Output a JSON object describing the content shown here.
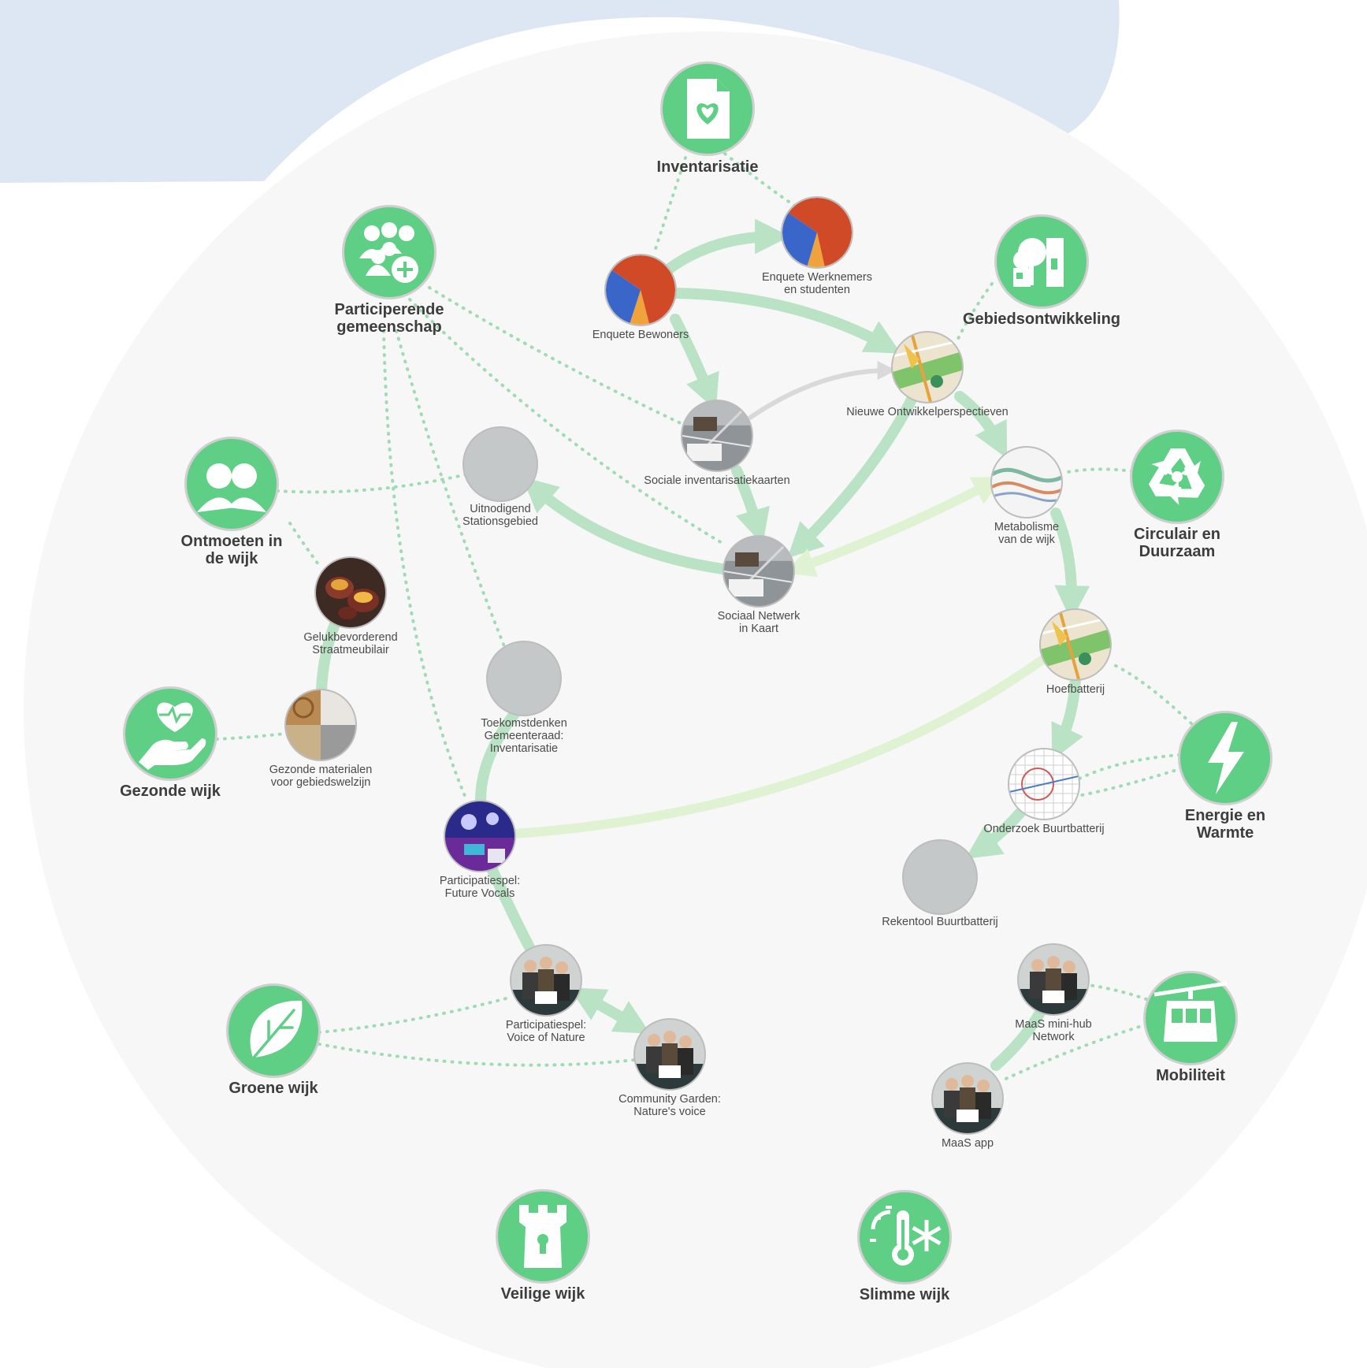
{
  "colors": {
    "category_green": "#5fcf85",
    "category_border": "#cfcfcf",
    "strong_link": "#b9e3c4",
    "light_link": "#dff3d3",
    "grey_link": "#d9d9d9",
    "dotted_link": "#9fdcb5",
    "placeholder": "#c5c8c9",
    "background_circle": "#f7f7f7",
    "corner_blob": "#dce7f3",
    "pie_red": "#d14a28",
    "pie_orange": "#f0a23c",
    "pie_blue": "#3a66c9"
  },
  "categories": [
    {
      "id": "inventarisatie",
      "name": "inventarisatie-category",
      "icon": "document-heart-icon",
      "lines": [
        "Inventarisatie"
      ]
    },
    {
      "id": "participerende",
      "name": "participerende-gemeenschap-category",
      "icon": "people-plus-icon",
      "lines": [
        "Participerende",
        "gemeenschap"
      ]
    },
    {
      "id": "gebieds",
      "name": "gebiedsontwikkeling-category",
      "icon": "buildings-tree-icon",
      "lines": [
        "Gebiedsontwikkeling"
      ]
    },
    {
      "id": "ontmoeten",
      "name": "ontmoeten-in-de-wijk-category",
      "icon": "people-meeting-icon",
      "lines": [
        "Ontmoeten in",
        "de wijk"
      ]
    },
    {
      "id": "circulair",
      "name": "circulair-en-duurzaam-category",
      "icon": "recycle-icon",
      "lines": [
        "Circulair en",
        "Duurzaam"
      ]
    },
    {
      "id": "gezonde",
      "name": "gezonde-wijk-category",
      "icon": "hand-heart-icon",
      "lines": [
        "Gezonde wijk"
      ]
    },
    {
      "id": "energie",
      "name": "energie-en-warmte-category",
      "icon": "lightning-icon",
      "lines": [
        "Energie en",
        "Warmte"
      ]
    },
    {
      "id": "groene",
      "name": "groene-wijk-category",
      "icon": "leaf-icon",
      "lines": [
        "Groene wijk"
      ]
    },
    {
      "id": "mobiliteit",
      "name": "mobiliteit-category",
      "icon": "cable-car-icon",
      "lines": [
        "Mobiliteit"
      ]
    },
    {
      "id": "veilige",
      "name": "veilige-wijk-category",
      "icon": "tower-lock-icon",
      "lines": [
        "Veilige wijk"
      ]
    },
    {
      "id": "slimme",
      "name": "slimme-wijk-category",
      "icon": "thermometer-snow-icon",
      "lines": [
        "Slimme wijk"
      ]
    }
  ],
  "projects": [
    {
      "id": "enq_bew",
      "name": "enquete-bewoners-node",
      "kind": "pie",
      "pie_percent": [
        62,
        9,
        30
      ],
      "lines": [
        "Enquete Bewoners"
      ]
    },
    {
      "id": "enq_werk",
      "name": "enquete-werknemers-node",
      "kind": "pie",
      "pie_percent": [
        62,
        8,
        30
      ],
      "lines": [
        "Enquete Werknemers",
        "en studenten"
      ]
    },
    {
      "id": "nieuwe",
      "name": "nieuwe-ontwikkelperspectieven-node",
      "kind": "map-plan",
      "lines": [
        "Nieuwe Ontwikkelperspectieven"
      ]
    },
    {
      "id": "sociale",
      "name": "sociale-inventarisatiekaarten-node",
      "kind": "photo-map",
      "lines": [
        "Sociale inventarisatiekaarten"
      ]
    },
    {
      "id": "uitnod",
      "name": "uitnodigend-stationsgebied-node",
      "kind": "placeholder",
      "lines": [
        "Uitnodigend",
        "Stationsgebied"
      ]
    },
    {
      "id": "sociaal",
      "name": "sociaal-netwerk-in-kaart-node",
      "kind": "photo-map",
      "lines": [
        "Sociaal Netwerk",
        "in Kaart"
      ]
    },
    {
      "id": "metab",
      "name": "metabolisme-van-de-wijk-node",
      "kind": "diagram",
      "lines": [
        "Metabolisme",
        "van de wijk"
      ]
    },
    {
      "id": "geluk",
      "name": "gelukbevorderend-straatmeubilair-node",
      "kind": "furniture",
      "lines": [
        "Gelukbevorderend",
        "Straatmeubilair"
      ]
    },
    {
      "id": "gezmat",
      "name": "gezonde-materialen-node",
      "kind": "materials",
      "lines": [
        "Gezonde materialen",
        "voor gebiedswelzijn"
      ]
    },
    {
      "id": "toekomst",
      "name": "toekomstdenken-gemeenteraad-node",
      "kind": "placeholder",
      "lines": [
        "Toekomstdenken",
        "Gemeenteraad:",
        "Inventarisatie"
      ]
    },
    {
      "id": "hoef",
      "name": "hoefbatterij-node",
      "kind": "map-plan",
      "lines": [
        "Hoefbatterij"
      ]
    },
    {
      "id": "onderzoek",
      "name": "onderzoek-buurtbatterij-node",
      "kind": "chart-sheet",
      "lines": [
        "Onderzoek Buurtbatterij"
      ]
    },
    {
      "id": "future",
      "name": "participatiespel-future-vocals-node",
      "kind": "game",
      "lines": [
        "Participatiespel:",
        "Future Vocals"
      ]
    },
    {
      "id": "rekentool",
      "name": "rekentool-buurtbatterij-node",
      "kind": "placeholder",
      "lines": [
        "Rekentool Buurtbatterij"
      ]
    },
    {
      "id": "voice",
      "name": "participatiespel-voice-of-nature-node",
      "kind": "photo-people",
      "lines": [
        "Participatiespel:",
        "Voice of Nature"
      ]
    },
    {
      "id": "community",
      "name": "community-garden-node",
      "kind": "photo-people",
      "lines": [
        "Community Garden:",
        "Nature's voice"
      ]
    },
    {
      "id": "maas_hub",
      "name": "maas-mini-hub-network-node",
      "kind": "photo-people",
      "lines": [
        "MaaS mini-hub",
        "Network"
      ]
    },
    {
      "id": "maas_app",
      "name": "maas-app-node",
      "kind": "photo-people",
      "lines": [
        "MaaS app"
      ]
    }
  ]
}
